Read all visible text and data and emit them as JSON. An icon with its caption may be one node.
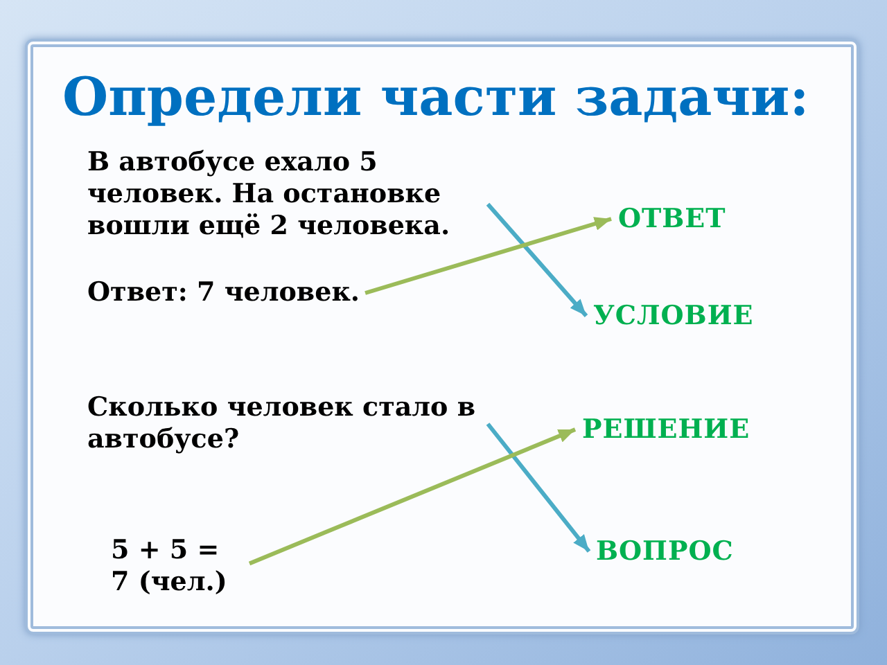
{
  "diagram": {
    "title": "Определи части задачи:",
    "nodes": [
      {
        "text": [
          "В автобусе ехало 5 человек. На остановке вошли ещё 2 человека."
        ]
      },
      {
        "text": [
          "Ответ: 7 человек."
        ]
      },
      {
        "text": [
          "Сколько человек стало в автобусе?"
        ]
      },
      {
        "text": [
          "5 + 5 = 7 (чел.)"
        ]
      },
      {
        "text": [
          "ОТВЕТ"
        ]
      },
      {
        "text": [
          "УСЛОВИЕ"
        ]
      },
      {
        "text": [
          "РЕШЕНИЕ"
        ]
      },
      {
        "text": [
          "ВОПРОС"
        ]
      }
    ],
    "edges": [
      {
        "from": 0,
        "to": 5,
        "arrow": "to",
        "color": "#4bacc6"
      },
      {
        "from": 1,
        "to": 4,
        "arrow": "to",
        "color": "#9bbb59"
      },
      {
        "from": 2,
        "to": 7,
        "arrow": "to",
        "color": "#4bacc6"
      },
      {
        "from": 3,
        "to": 6,
        "arrow": "to",
        "color": "#9bbb59"
      }
    ]
  }
}
